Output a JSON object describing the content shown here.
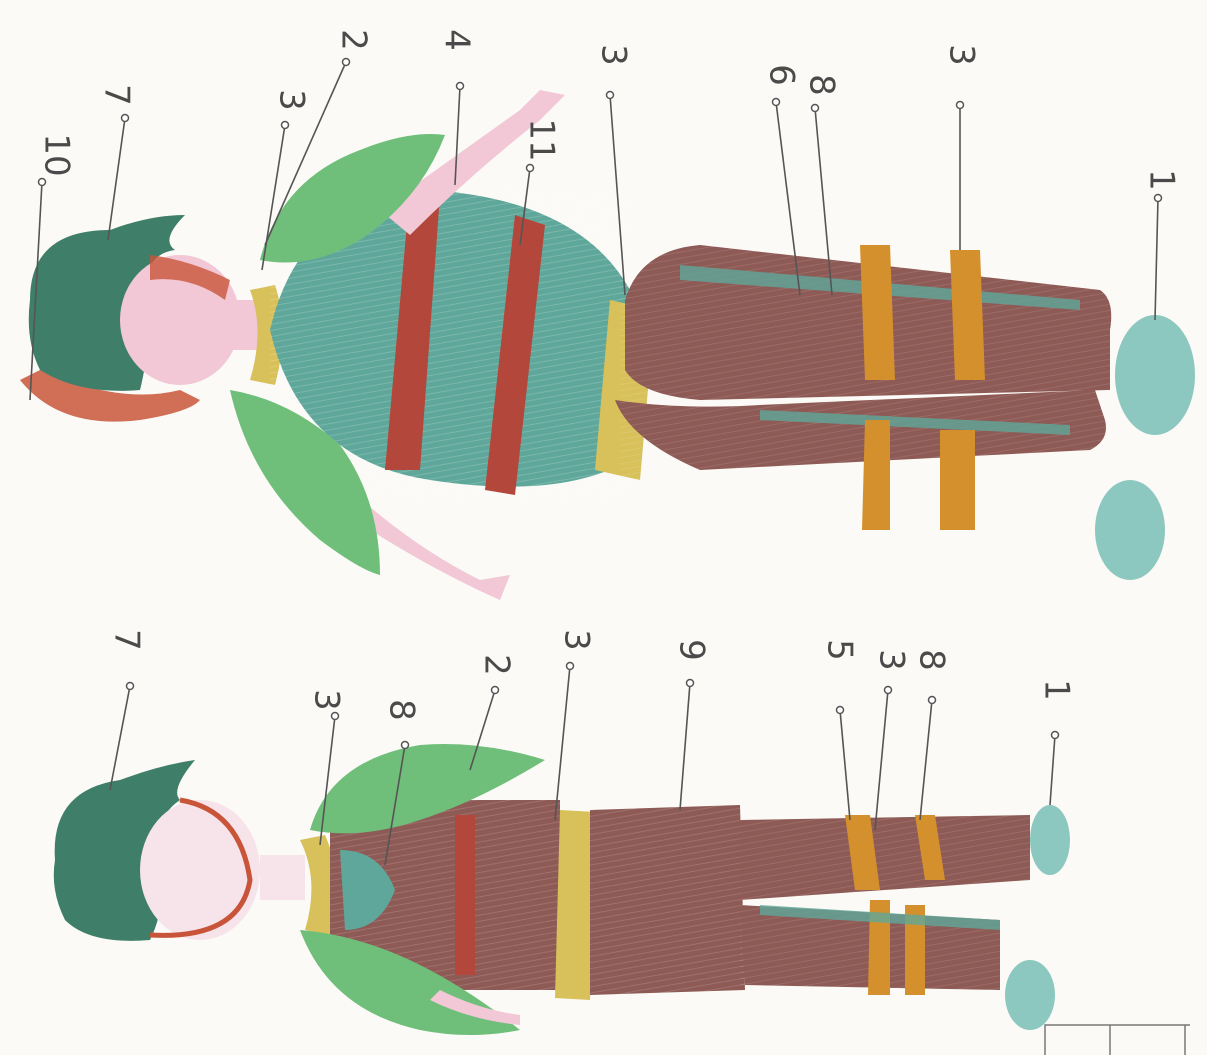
{
  "colors": {
    "paper": "#fbfaf6",
    "hair_teal": "#3f7f6a",
    "hair_red": "#c8553a",
    "leaf_green": "#6fbf7a",
    "tunic_teal": "#5fa79a",
    "stripe_red": "#b4473b",
    "pants_brown": "#8e5a55",
    "belt_yellow": "#d8c15a",
    "band_orange": "#d4902c",
    "boot_teal": "#8cc8bf",
    "skin_pink": "#f2c7d6"
  },
  "figures": [
    {
      "id": "upper-figure",
      "callouts": [
        {
          "label": "10"
        },
        {
          "label": "7"
        },
        {
          "label": "3"
        },
        {
          "label": "2"
        },
        {
          "label": "4"
        },
        {
          "label": "11"
        },
        {
          "label": "3"
        },
        {
          "label": "6"
        },
        {
          "label": "8"
        },
        {
          "label": "3"
        },
        {
          "label": "1"
        }
      ]
    },
    {
      "id": "lower-figure",
      "callouts": [
        {
          "label": "7"
        },
        {
          "label": "3"
        },
        {
          "label": "8"
        },
        {
          "label": "2"
        },
        {
          "label": "3"
        },
        {
          "label": "9"
        },
        {
          "label": "5"
        },
        {
          "label": "3"
        },
        {
          "label": "8"
        },
        {
          "label": "1"
        }
      ]
    }
  ]
}
